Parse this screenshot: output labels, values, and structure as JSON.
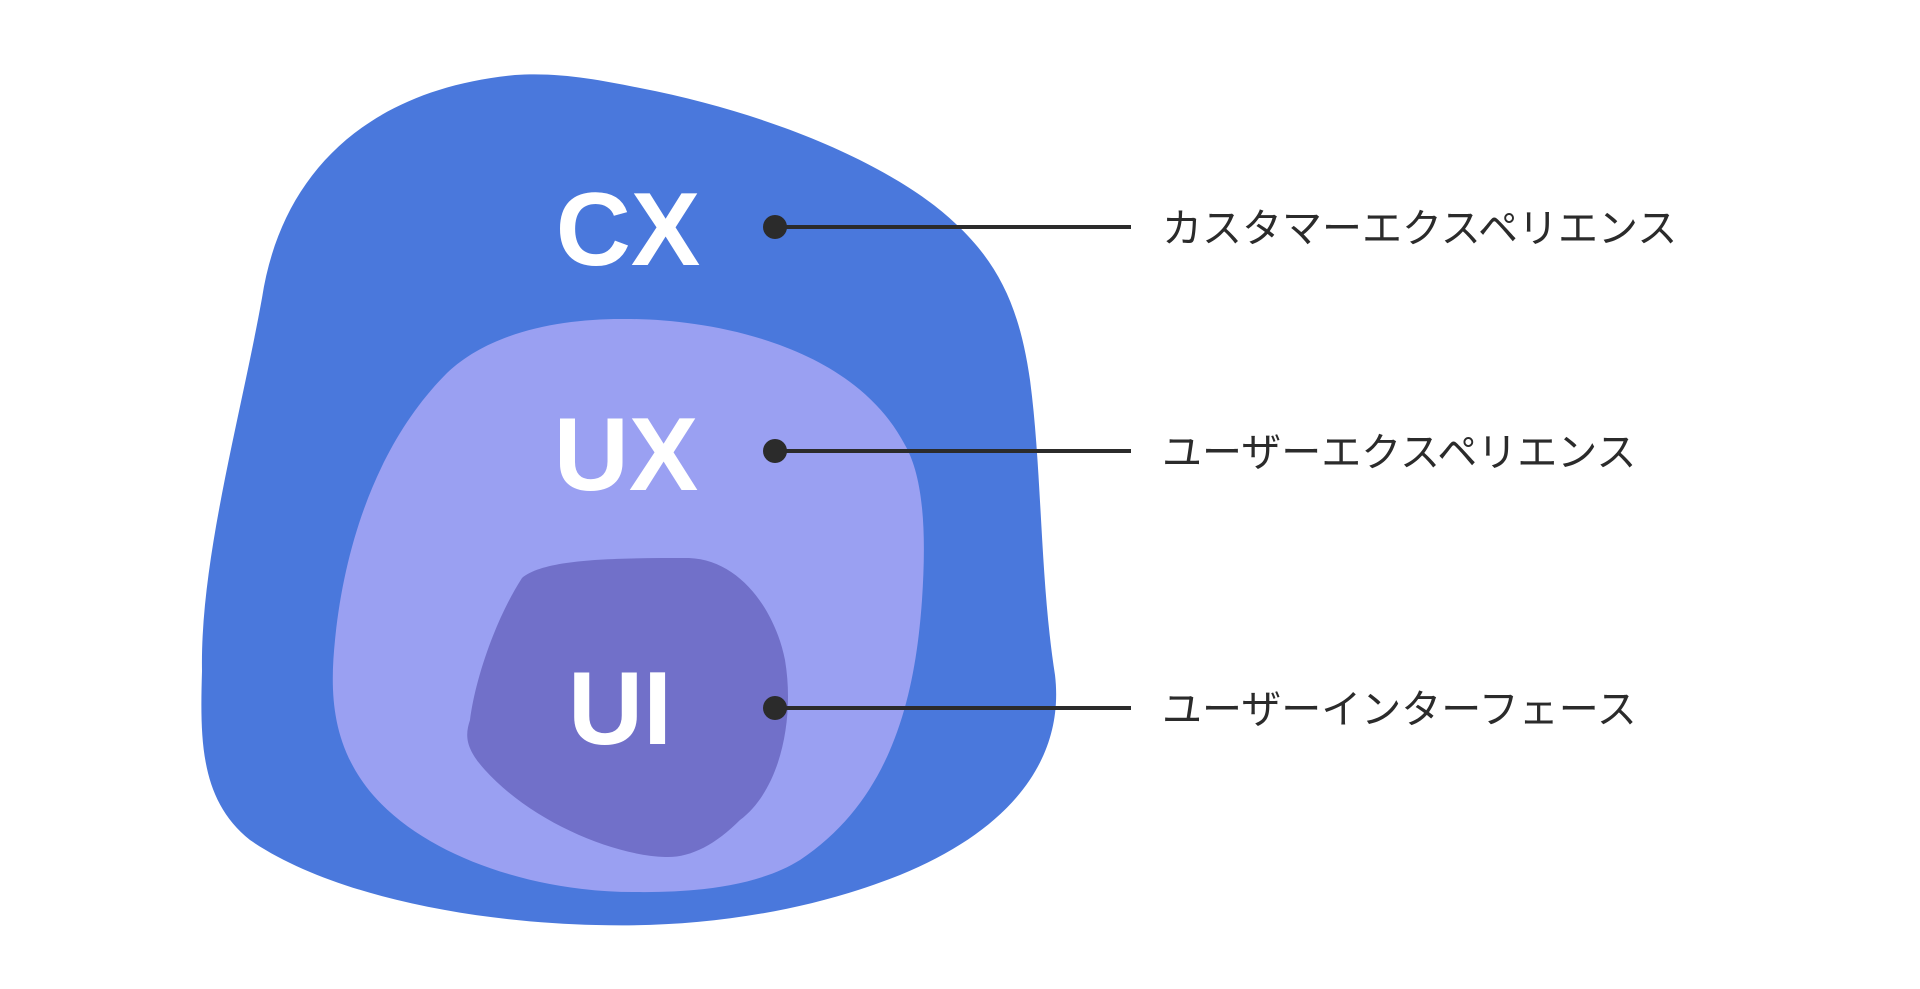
{
  "diagram": {
    "type": "nested-layers",
    "colors": {
      "background": "#ffffff",
      "cx_fill": "#4a78dc",
      "ux_fill": "#9aa0f2",
      "ui_fill": "#7170c9",
      "layer_text": "#ffffff",
      "leader_line": "#2b2b2b",
      "description_text": "#2b2b2b"
    },
    "layers": [
      {
        "id": "cx",
        "abbr": "CX",
        "description": "カスタマーエクスペリエンス"
      },
      {
        "id": "ux",
        "abbr": "UX",
        "description": "ユーザーエクスペリエンス"
      },
      {
        "id": "ui",
        "abbr": "UI",
        "description": "ユーザーインターフェース"
      }
    ]
  }
}
